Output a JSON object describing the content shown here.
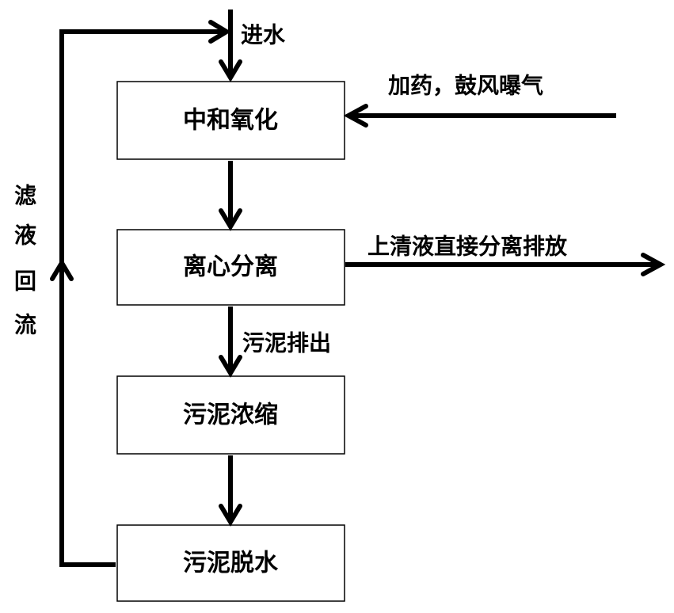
{
  "nodes": {
    "neutralize": "中和氧化",
    "centrifuge": "离心分离",
    "thicken": "污泥浓缩",
    "dewater": "污泥脱水"
  },
  "edges": {
    "inflow": "进水",
    "dosing": "加药，鼓风曝气",
    "supernatant": "上清液直接分离排放",
    "sludge_out": "污泥排出",
    "filtrate_return": [
      "滤",
      "液",
      "回",
      "流"
    ]
  }
}
